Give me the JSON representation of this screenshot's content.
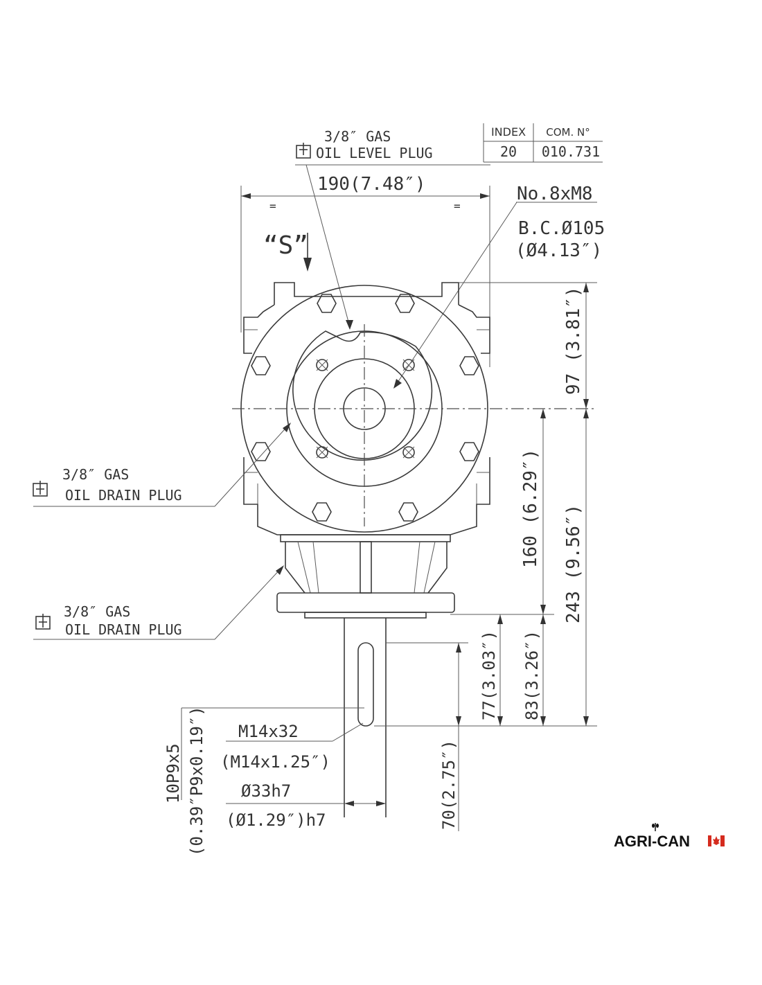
{
  "title_block": {
    "index_header": "INDEX",
    "com_header": "COM. N°",
    "index_value": "20",
    "com_value": "010.731"
  },
  "oil_level_plug": {
    "line1": "3/8″ GAS",
    "line2": "OIL LEVEL PLUG"
  },
  "oil_drain_plug_upper": {
    "line1": "3/8″ GAS",
    "line2": "OIL DRAIN PLUG"
  },
  "oil_drain_plug_lower": {
    "line1": "3/8″ GAS",
    "line2": "OIL DRAIN PLUG"
  },
  "view_label": "“S”",
  "dimensions": {
    "width": "190(7.48″)",
    "bolts": "No.8xM8",
    "bolt_circle": "B.C.Ø105",
    "bolt_circle_in": "(Ø4.13″)",
    "top_height": "97 (3.81″)",
    "mid_height": "160 (6.29″)",
    "total_height": "243 (9.56″)",
    "shaft_83": "83(3.26″)",
    "shaft_77": "77(3.03″)",
    "shaft_70": "70(2.75″)",
    "key": "10P9x5",
    "key_in": "(0.39″P9x0.19″)",
    "thread": "M14x32",
    "thread_in": "(M14x1.25″)",
    "shaft_dia": "Ø33h7",
    "shaft_dia_in": "(Ø1.29″)h7"
  },
  "logo": {
    "text": "AGRI-CAN"
  }
}
